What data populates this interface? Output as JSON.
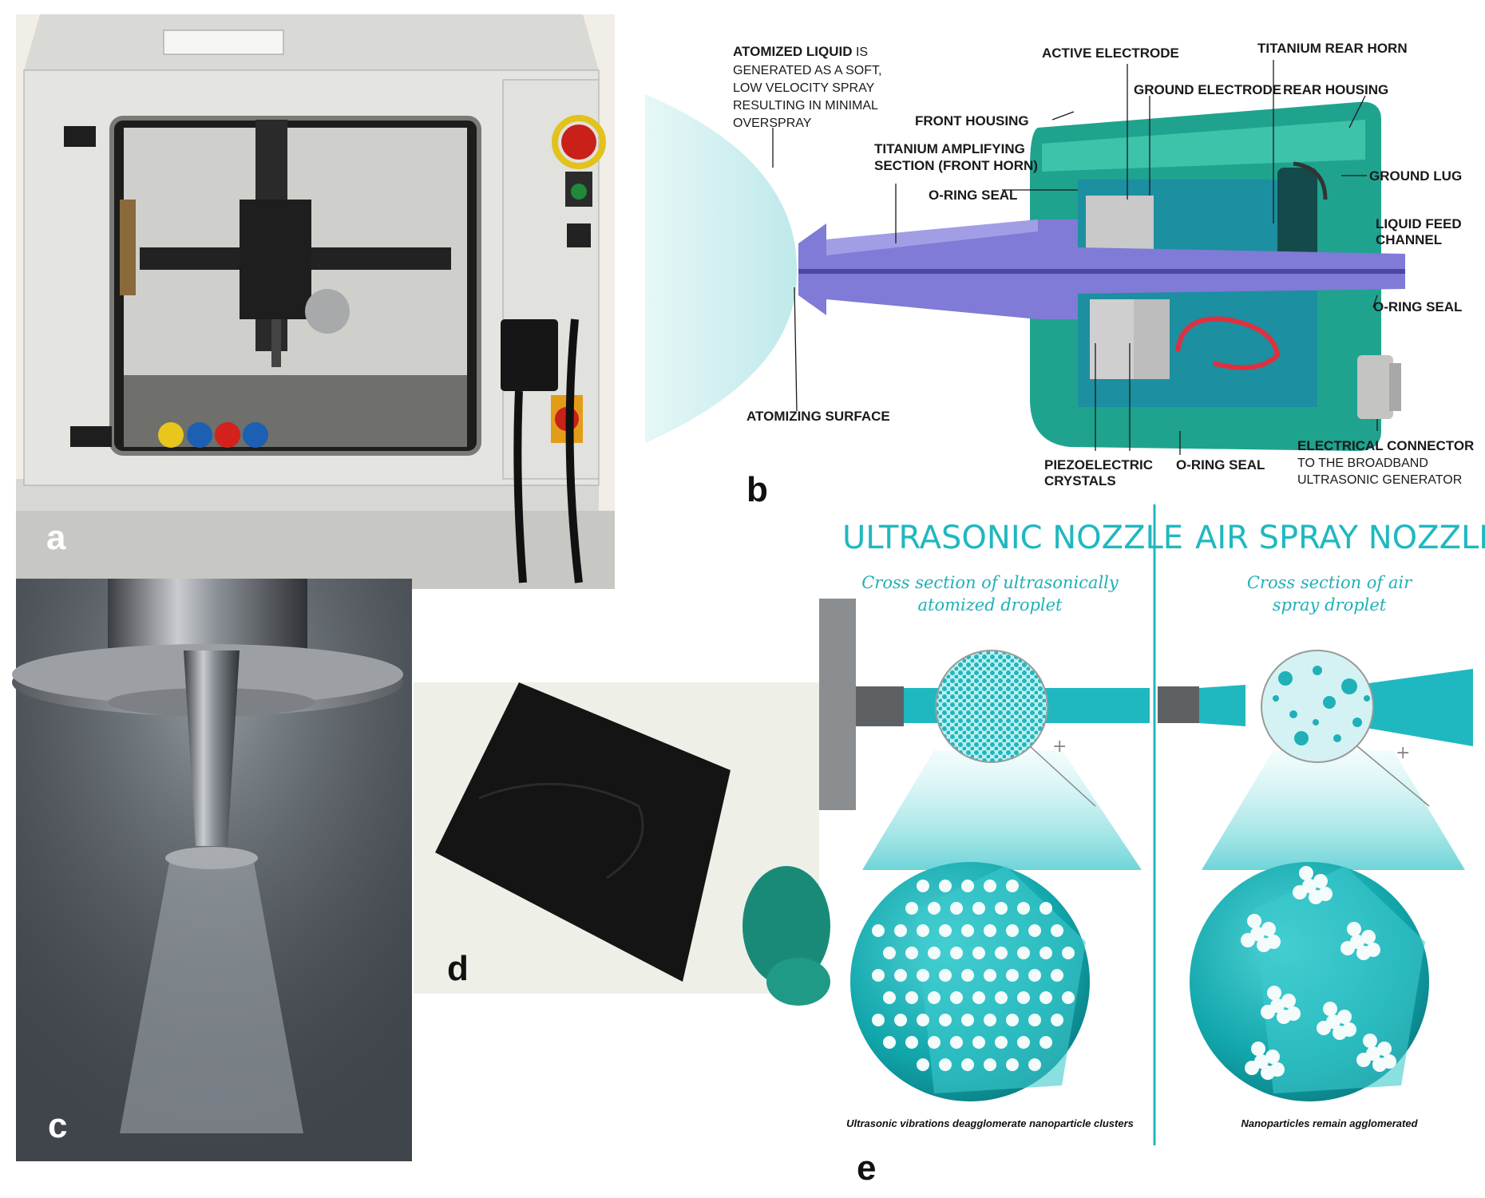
{
  "panels": {
    "a": {
      "label": "a"
    },
    "b": {
      "label": "b",
      "callouts": {
        "atomized_bold": "ATOMIZED LIQUID",
        "atomized_rest1": " IS",
        "atomized_rest2": "GENERATED AS A SOFT,",
        "atomized_rest3": "LOW VELOCITY SPRAY",
        "atomized_rest4": "RESULTING IN MINIMAL",
        "atomized_rest5": "OVERSPRAY",
        "active_electrode": "ACTIVE ELECTRODE",
        "titanium_rear_horn": "TITANIUM REAR HORN",
        "ground_electrode": "GROUND ELECTRODE",
        "rear_housing": "REAR HOUSING",
        "front_housing": "FRONT HOUSING",
        "titanium_amp1": "TITANIUM AMPLIFYING",
        "titanium_amp2": "SECTION (FRONT HORN)",
        "ground_lug": "GROUND LUG",
        "oring_top": "O-RING SEAL",
        "liquid_feed1": "LIQUID FEED",
        "liquid_feed2": "CHANNEL",
        "oring_right": "O-RING SEAL",
        "atomizing_surface": "ATOMIZING SURFACE",
        "electrical_connector": "ELECTRICAL CONNECTOR",
        "connector_sub1": "TO THE BROADBAND",
        "connector_sub2": "ULTRASONIC GENERATOR",
        "piezo1": "PIEZOELECTRIC",
        "piezo2": "CRYSTALS",
        "oring_bottom": "O-RING SEAL"
      }
    },
    "c": {
      "label": "c"
    },
    "d": {
      "label": "d"
    },
    "e": {
      "label": "e",
      "ultrasonic": {
        "title": "ULTRASONIC NOZZLE",
        "subtitle1": "Cross section of ultrasonically",
        "subtitle2": "atomized droplet",
        "caption": "Ultrasonic vibrations deagglomerate nanoparticle clusters"
      },
      "airspray": {
        "title": "AIR SPRAY NOZZLE",
        "subtitle1": "Cross section of air",
        "subtitle2": "spray droplet",
        "caption": "Nanoparticles remain agglomerated"
      },
      "plus": "+"
    }
  },
  "colors": {
    "teal": "#1fb8c0",
    "housing_green": "#1fa38f",
    "horn_purple": "#7f7bd6",
    "spray_cyan": "#cdeff0"
  }
}
